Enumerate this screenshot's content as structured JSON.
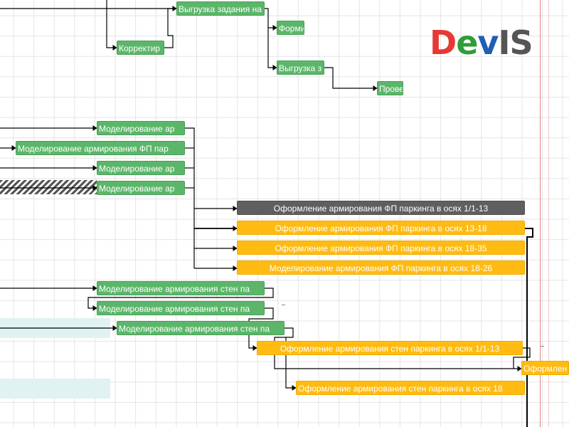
{
  "logo": {
    "letters": [
      {
        "char": "D",
        "color": "#e53935"
      },
      {
        "char": "e",
        "color": "#2e9d3a"
      },
      {
        "char": "v",
        "color": "#1e5fb4"
      },
      {
        "char": "I",
        "color": "#555555"
      },
      {
        "char": "S",
        "color": "#555555"
      }
    ]
  },
  "colors": {
    "task_green": "#5cb66a",
    "task_yellow": "#ffbb12",
    "task_gray": "#5f5f5f",
    "today_line": "#e88080",
    "grid": "#e4e4e4",
    "band": "#e0f2f1"
  },
  "tasks": [
    {
      "id": "t1",
      "label": "Выгрузка задания на",
      "style": "green"
    },
    {
      "id": "t2",
      "label": "Формир",
      "style": "green"
    },
    {
      "id": "t3",
      "label": "Корректир",
      "style": "green"
    },
    {
      "id": "t4",
      "label": "Выгрузка з",
      "style": "green"
    },
    {
      "id": "t5",
      "label": "Прове",
      "style": "green"
    },
    {
      "id": "t6",
      "label": "Моделирование ар",
      "style": "green"
    },
    {
      "id": "t7",
      "label": "Моделирование армирования ФП пар",
      "style": "green"
    },
    {
      "id": "t8",
      "label": "Моделирование ар",
      "style": "green"
    },
    {
      "id": "t9",
      "label": "Моделирование ар",
      "style": "green"
    },
    {
      "id": "t10",
      "label": "Оформление армирования ФП паркинга в осях 1/1-13",
      "style": "gray"
    },
    {
      "id": "t11",
      "label": "Оформление армирования ФП паркинга в осях 13-18",
      "style": "yellow"
    },
    {
      "id": "t12",
      "label": "Оформление армирования ФП паркинга в осях 18-35",
      "style": "yellow"
    },
    {
      "id": "t13",
      "label": "Моделирование армирования ФП паркинга в осях 18-26",
      "style": "yellow"
    },
    {
      "id": "t14",
      "label": "Моделирование армирования стен па",
      "style": "green"
    },
    {
      "id": "t15",
      "label": "Моделирование армирования стен па",
      "style": "green"
    },
    {
      "id": "t16",
      "label": "Моделирование армирования стен па",
      "style": "green"
    },
    {
      "id": "t17",
      "label": "Оформление армирования стен паркинга в осях 1/1-13",
      "style": "yellow"
    },
    {
      "id": "t18",
      "label": "Оформлен",
      "style": "yellow"
    },
    {
      "id": "t19",
      "label": "Оформление армирования стен паркинга в осях 18",
      "style": "yellow"
    }
  ]
}
